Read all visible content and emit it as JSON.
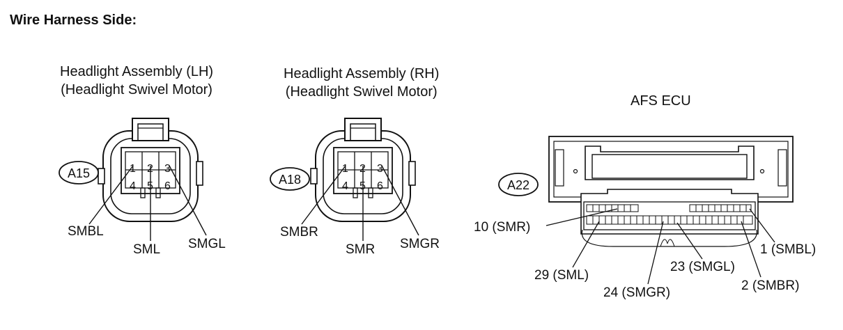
{
  "title": "Wire Harness Side:",
  "connectors": [
    {
      "header_line1": "Headlight Assembly (LH)",
      "header_line2": "(Headlight Swivel Motor)",
      "code": "A15",
      "pins_top": [
        "1",
        "2",
        "3"
      ],
      "pins_bottom": [
        "4",
        "5",
        "6"
      ],
      "labels": [
        "SMBL",
        "SML",
        "SMGL"
      ]
    },
    {
      "header_line1": "Headlight Assembly (RH)",
      "header_line2": "(Headlight Swivel Motor)",
      "code": "A18",
      "pins_top": [
        "1",
        "2",
        "3"
      ],
      "pins_bottom": [
        "4",
        "5",
        "6"
      ],
      "labels": [
        "SMBR",
        "SMR",
        "SMGR"
      ]
    }
  ],
  "ecu": {
    "header": "AFS ECU",
    "code": "A22",
    "labels": [
      "10 (SMR)",
      "1 (SMBL)",
      "29 (SML)",
      "23 (SMGL)",
      "24 (SMGR)",
      "2 (SMBR)"
    ]
  }
}
